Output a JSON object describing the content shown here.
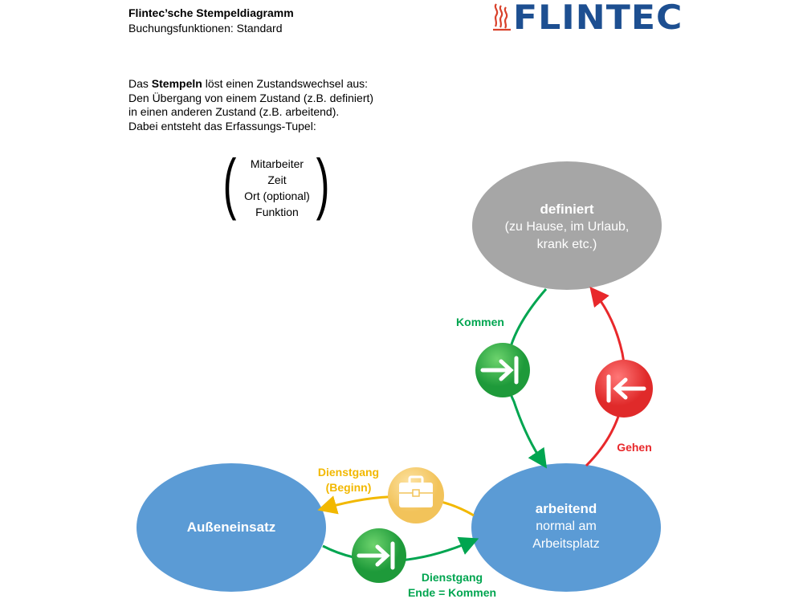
{
  "header": {
    "title": "Flintec’sche Stempeldiagramm",
    "subtitle": "Buchungsfunktionen: Standard",
    "logo_text": "FLINTEC"
  },
  "intro": {
    "line1_pre": "Das ",
    "line1_bold": "Stempeln",
    "line1_post": " löst einen Zustandswechsel aus:",
    "line2": "Den Übergang von einem Zustand (z.B. definiert)",
    "line3": "in einen anderen Zustand (z.B. arbeitend).",
    "line4": "Dabei entsteht das Erfassungs-Tupel:"
  },
  "tuple": [
    "Mitarbeiter",
    "Zeit",
    "Ort (optional)",
    "Funktion"
  ],
  "states": {
    "definiert": {
      "title": "definiert",
      "line1": "(zu Hause, im Urlaub,",
      "line2": "krank etc.)"
    },
    "arbeitend": {
      "title": "arbeitend",
      "line1": "normal am",
      "line2": "Arbeitsplatz"
    },
    "aussen": {
      "title": "Außeneinsatz"
    }
  },
  "transitions": {
    "kommen": "Kommen",
    "gehen": "Gehen",
    "dienstgang_beginn_1": "Dienstgang",
    "dienstgang_beginn_2": "(Beginn)",
    "dienstgang_ende_1": "Dienstgang",
    "dienstgang_ende_2": "Ende = Kommen"
  },
  "colors": {
    "green": "#00a550",
    "red": "#e8282b",
    "yellow": "#f2b800",
    "gray": "#a6a6a6",
    "blue": "#5b9bd5",
    "brand": "#1d4f91"
  }
}
